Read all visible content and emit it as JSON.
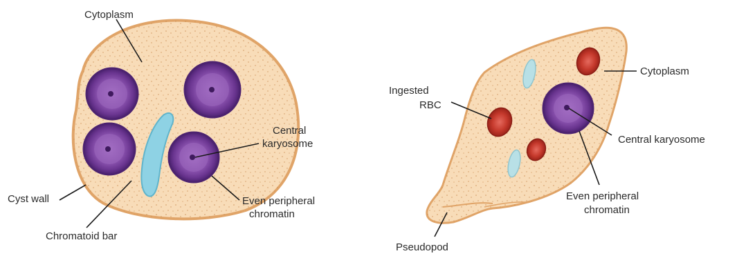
{
  "diagram": {
    "cyst": {
      "labels": {
        "cytoplasm": "Cytoplasm",
        "central_karyosome": [
          "Central",
          "karyosome"
        ],
        "even_peripheral_chromatin": [
          "Even peripheral",
          "chromatin"
        ],
        "cyst_wall": "Cyst wall",
        "chromatoid_bar": "Chromatoid bar"
      }
    },
    "trophozoite": {
      "labels": {
        "cytoplasm": "Cytoplasm",
        "ingested_rbc": [
          "Ingested",
          "RBC"
        ],
        "central_karyosome": "Central karyosome",
        "even_peripheral_chromatin": [
          "Even peripheral",
          "chromatin"
        ],
        "pseudopod": "Pseudopod"
      }
    },
    "colors": {
      "cytoplasm_fill": "#f8dcb8",
      "cytoplasm_outline": "#e0a468",
      "speckle": "#c98a4e",
      "nucleus_outer": "#5b2b82",
      "nucleus_inner": "#9a66bb",
      "chromatoid_bar": "#8ed2e4",
      "rbc_fill": "#c0392b",
      "rbc_center": "#e6645a",
      "vacuole": "#b8e0e6",
      "leader_line": "#1a1a1a"
    }
  }
}
